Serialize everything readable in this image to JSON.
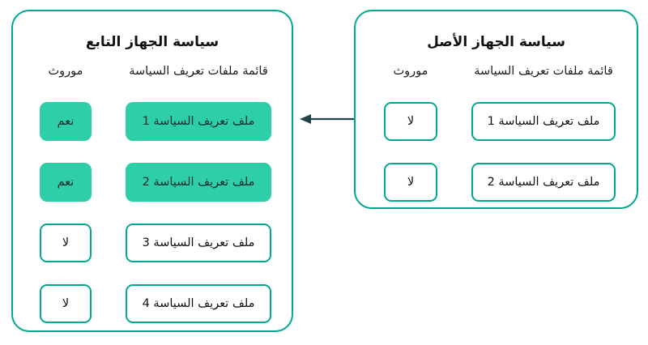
{
  "diagram": {
    "arrow": {
      "name": "inheritance-arrow",
      "direction": "left",
      "color": "#20444a"
    }
  },
  "panels": {
    "child": {
      "title": "سياسة الجهاز التابع",
      "columns": {
        "profiles": "قائمة ملفات تعريف السياسة",
        "inherited": "موروث"
      },
      "rows": [
        {
          "profile": "ملف تعريف السياسة 1",
          "inherited": "نعم",
          "highlighted": true
        },
        {
          "profile": "ملف تعريف السياسة 2",
          "inherited": "نعم",
          "highlighted": true
        },
        {
          "profile": "ملف تعريف السياسة 3",
          "inherited": "لا",
          "highlighted": false
        },
        {
          "profile": "ملف تعريف السياسة 4",
          "inherited": "لا",
          "highlighted": false
        }
      ]
    },
    "parent": {
      "title": "سياسة الجهاز الأصل",
      "columns": {
        "profiles": "قائمة ملفات تعريف السياسة",
        "inherited": "موروث"
      },
      "rows": [
        {
          "profile": "ملف تعريف السياسة 1",
          "inherited": "لا",
          "highlighted": false
        },
        {
          "profile": "ملف تعريف السياسة 2",
          "inherited": "لا",
          "highlighted": false
        }
      ]
    }
  },
  "colors": {
    "accent_border": "#00a98e",
    "accent_fill": "#2ecfa8",
    "arrow": "#20444a",
    "text": "#111111",
    "background": "#ffffff"
  }
}
